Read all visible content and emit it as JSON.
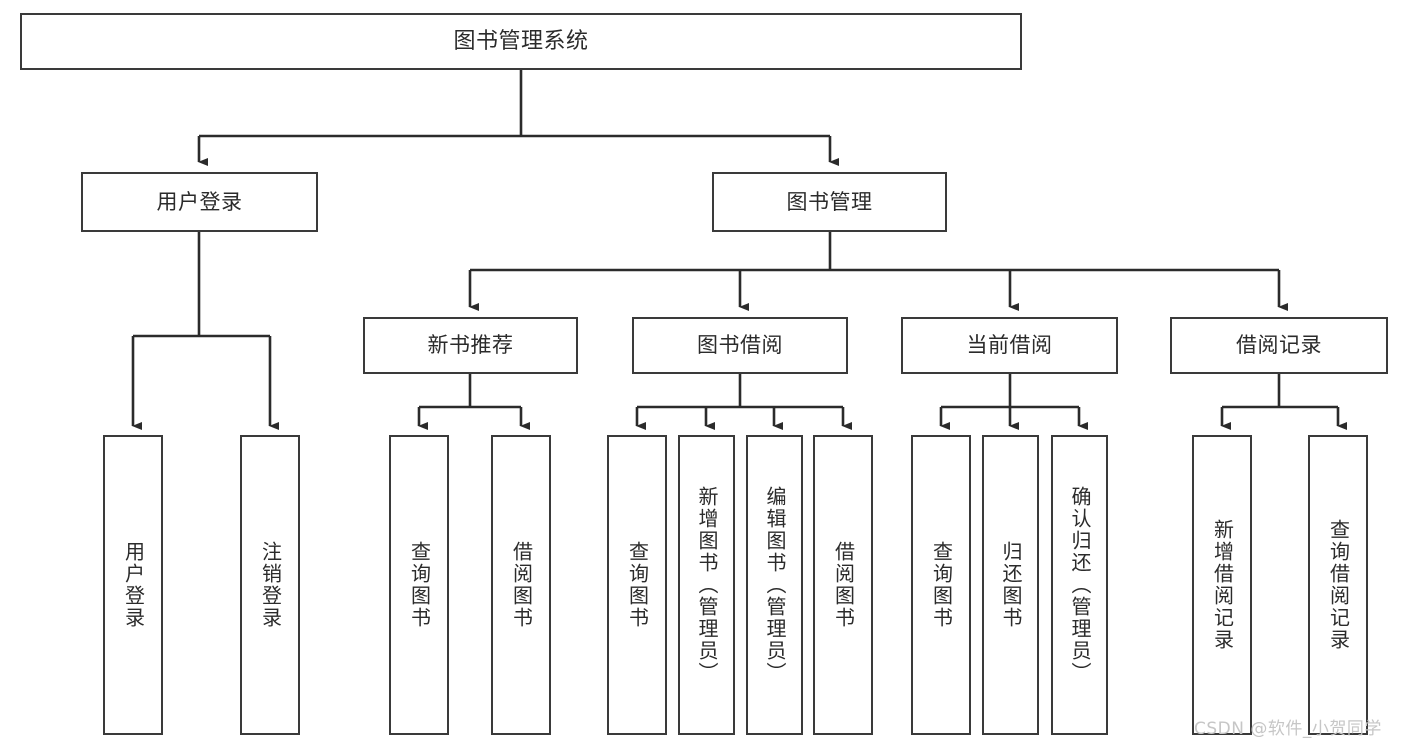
{
  "diagram": {
    "title": "图书管理系统",
    "type": "tree",
    "watermark": "CSDN @软件_小贺同学",
    "colors": {
      "box_border": "#3a3a3a",
      "box_fill": "#ffffff",
      "text": "#2b2b2b",
      "edge": "#2b2b2b",
      "watermark": "#c6c6c6",
      "background": "#ffffff"
    },
    "nodes": {
      "root": {
        "label": "图书管理系统"
      },
      "level1": [
        {
          "id": "user-login",
          "label": "用户登录"
        },
        {
          "id": "book-manage",
          "label": "图书管理"
        }
      ],
      "level2": [
        {
          "id": "new-book-recommend",
          "label": "新书推荐"
        },
        {
          "id": "book-borrow",
          "label": "图书借阅"
        },
        {
          "id": "current-borrow",
          "label": "当前借阅"
        },
        {
          "id": "borrow-record",
          "label": "借阅记录"
        }
      ],
      "leaves": {
        "user-login": [
          {
            "id": "leaf-user-login",
            "label": "用户登录"
          },
          {
            "id": "leaf-logout-login",
            "label": "注销登录"
          }
        ],
        "new-book-recommend": [
          {
            "id": "leaf-query-book-1",
            "label": "查询图书"
          },
          {
            "id": "leaf-borrow-book-1",
            "label": "借阅图书"
          }
        ],
        "book-borrow": [
          {
            "id": "leaf-query-book-2",
            "label": "查询图书"
          },
          {
            "id": "leaf-add-book",
            "label": "新增图书（管理员）"
          },
          {
            "id": "leaf-edit-book",
            "label": "编辑图书（管理员）"
          },
          {
            "id": "leaf-borrow-book-2",
            "label": "借阅图书"
          }
        ],
        "current-borrow": [
          {
            "id": "leaf-query-book-3",
            "label": "查询图书"
          },
          {
            "id": "leaf-return-book",
            "label": "归还图书"
          },
          {
            "id": "leaf-confirm-return",
            "label": "确认归还（管理员）"
          }
        ],
        "borrow-record": [
          {
            "id": "leaf-add-record",
            "label": "新增借阅记录"
          },
          {
            "id": "leaf-query-record",
            "label": "查询借阅记录"
          }
        ]
      }
    }
  }
}
